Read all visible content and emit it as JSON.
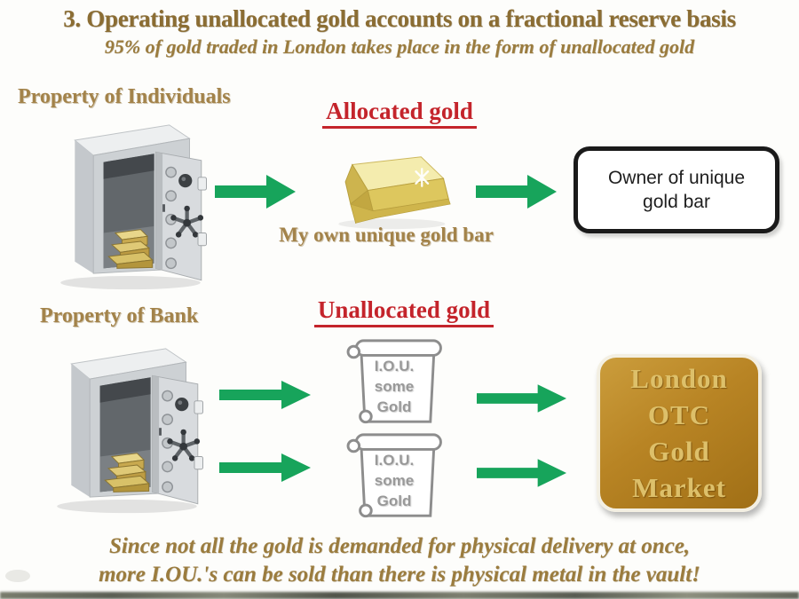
{
  "slide": {
    "title": "3. Operating unallocated gold accounts on a fractional reserve basis",
    "subtitle": "95% of gold traded in London takes place in the form of unallocated gold",
    "footer_line1": "Since not all the gold is demanded for physical delivery at once,",
    "footer_line2": "more I.OU.'s can be sold than there is physical metal in the vault!"
  },
  "individuals": {
    "label": "Property of Individuals",
    "heading": "Allocated gold",
    "caption": "My own unique gold bar",
    "owner_box": {
      "line1": "Owner of unique",
      "line2": "gold bar"
    }
  },
  "bank": {
    "label": "Property of Bank",
    "heading": "Unallocated gold",
    "iou": [
      "I.O.U.",
      "some",
      "Gold"
    ],
    "market": [
      "London",
      "OTC",
      "Gold",
      "Market"
    ]
  },
  "colors": {
    "title_gold": "#8b6d33",
    "body_gold": "#9b7c3e",
    "label_gold": "#a3834a",
    "heading_red": "#c4242b",
    "arrow_green": "#17a45b",
    "market_box_gold": "#b88424",
    "market_text_gold": "#ddc06a"
  },
  "icons": {
    "vault": "open-safe-with-gold-bars",
    "gold_bar": "gold-ingot",
    "scroll": "iou-paper-scroll",
    "arrow": "green-right-arrow"
  }
}
